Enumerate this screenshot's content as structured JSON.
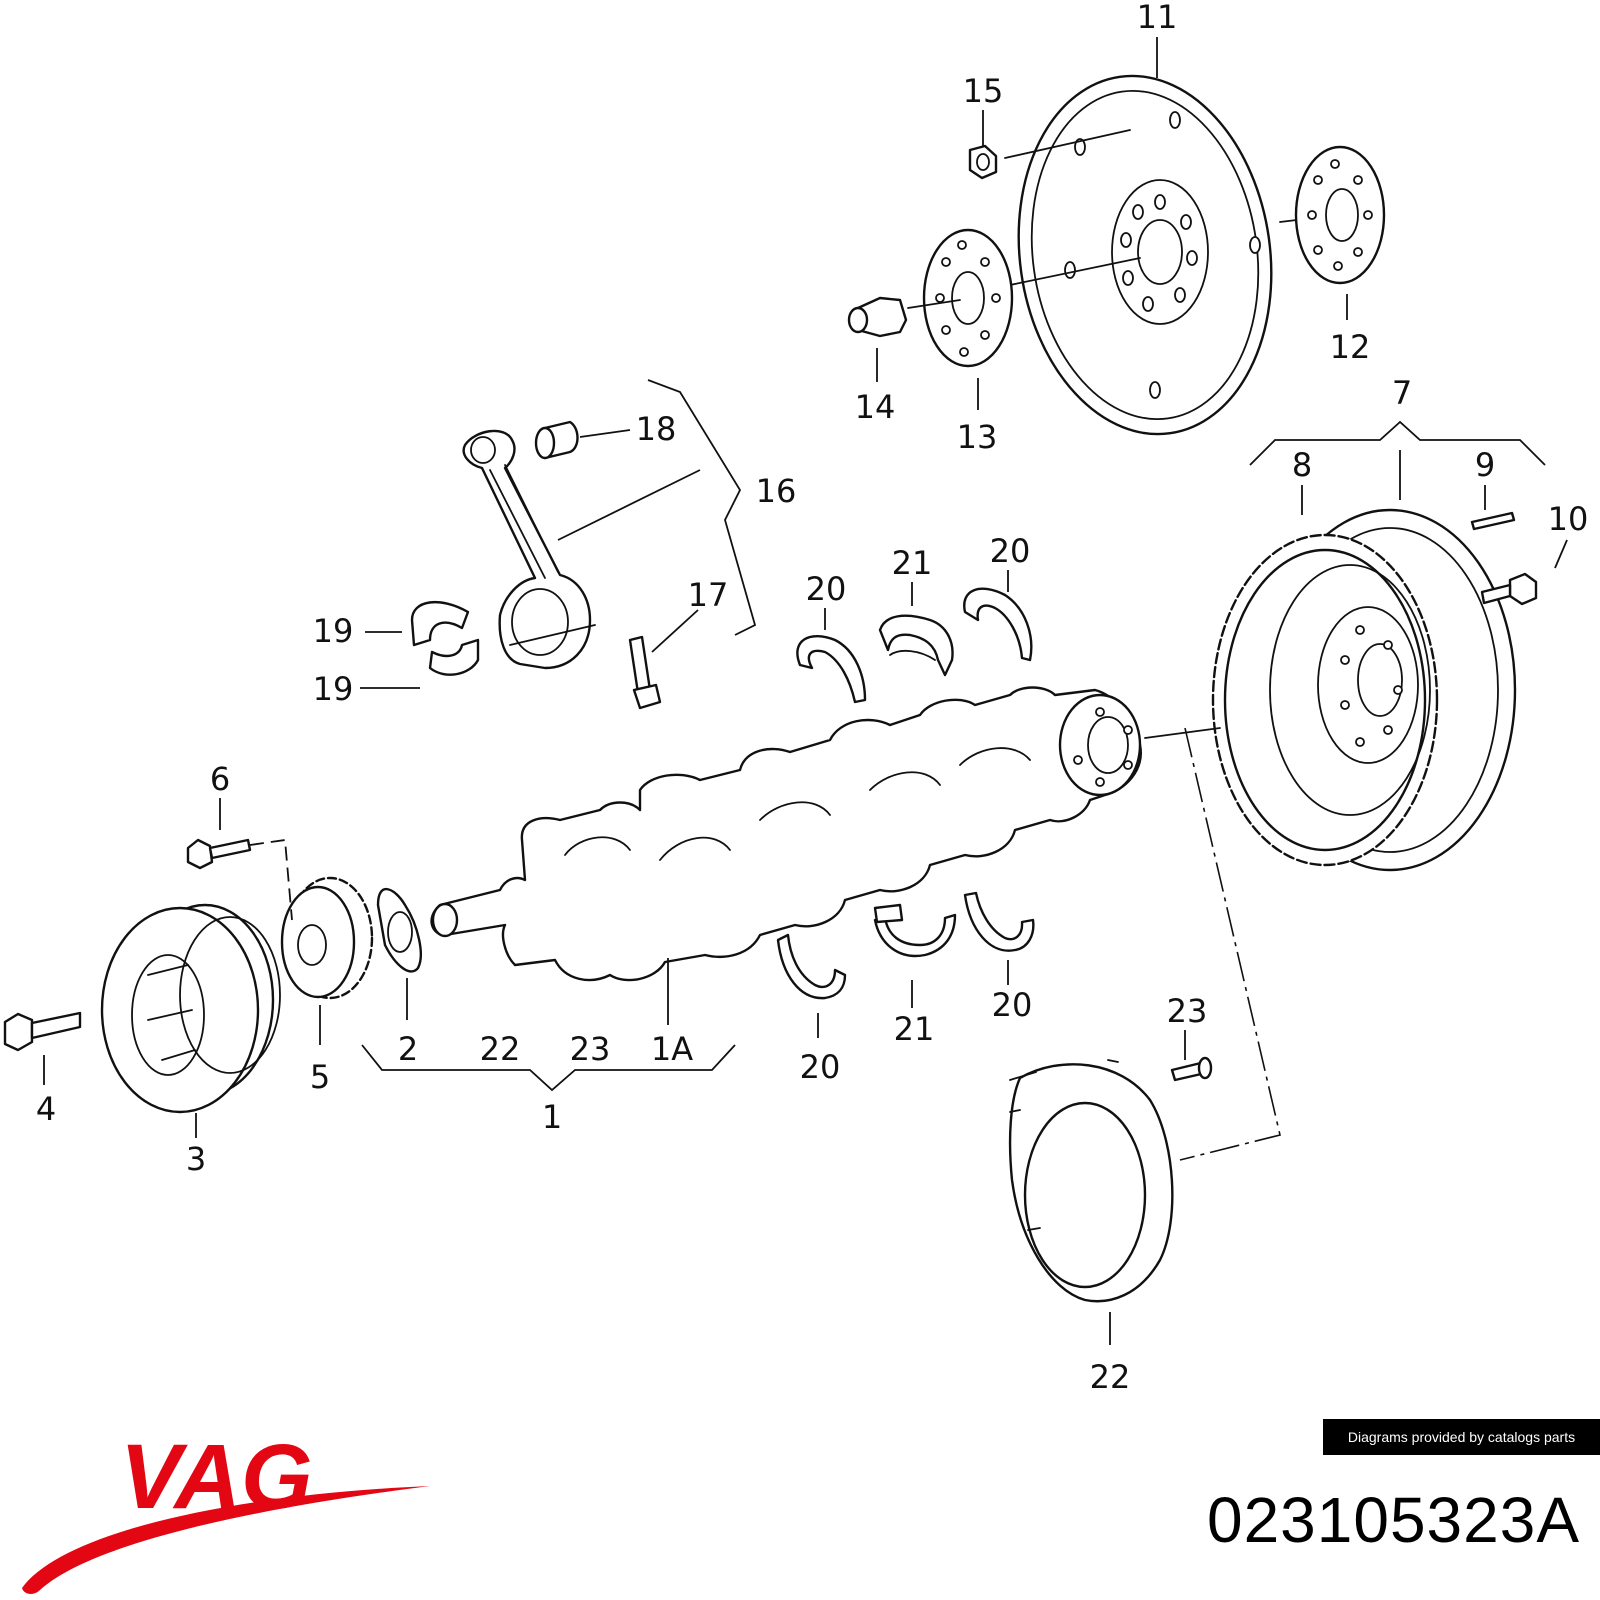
{
  "diagram": {
    "callouts": [
      {
        "id": "11",
        "text": "11"
      },
      {
        "id": "15",
        "text": "15"
      },
      {
        "id": "12",
        "text": "12"
      },
      {
        "id": "14",
        "text": "14"
      },
      {
        "id": "13",
        "text": "13"
      },
      {
        "id": "7",
        "text": "7"
      },
      {
        "id": "8",
        "text": "8"
      },
      {
        "id": "9",
        "text": "9"
      },
      {
        "id": "10",
        "text": "10"
      },
      {
        "id": "18",
        "text": "18"
      },
      {
        "id": "16",
        "text": "16"
      },
      {
        "id": "17",
        "text": "17"
      },
      {
        "id": "19a",
        "text": "19"
      },
      {
        "id": "19b",
        "text": "19"
      },
      {
        "id": "20a",
        "text": "20"
      },
      {
        "id": "21a",
        "text": "21"
      },
      {
        "id": "20b",
        "text": "20"
      },
      {
        "id": "6",
        "text": "6"
      },
      {
        "id": "4",
        "text": "4"
      },
      {
        "id": "3",
        "text": "3"
      },
      {
        "id": "5",
        "text": "5"
      },
      {
        "id": "2",
        "text": "2"
      },
      {
        "id": "22a",
        "text": "22"
      },
      {
        "id": "23a",
        "text": "23"
      },
      {
        "id": "1A",
        "text": "1A"
      },
      {
        "id": "1",
        "text": "1"
      },
      {
        "id": "20c",
        "text": "20"
      },
      {
        "id": "21b",
        "text": "21"
      },
      {
        "id": "20d",
        "text": "20"
      },
      {
        "id": "23b",
        "text": "23"
      },
      {
        "id": "22b",
        "text": "22"
      }
    ]
  },
  "footer": {
    "credit": "Diagrams provided by catalogs parts",
    "brand": "VAG",
    "brand_color": "#e30613",
    "part_number": "023105323A"
  }
}
